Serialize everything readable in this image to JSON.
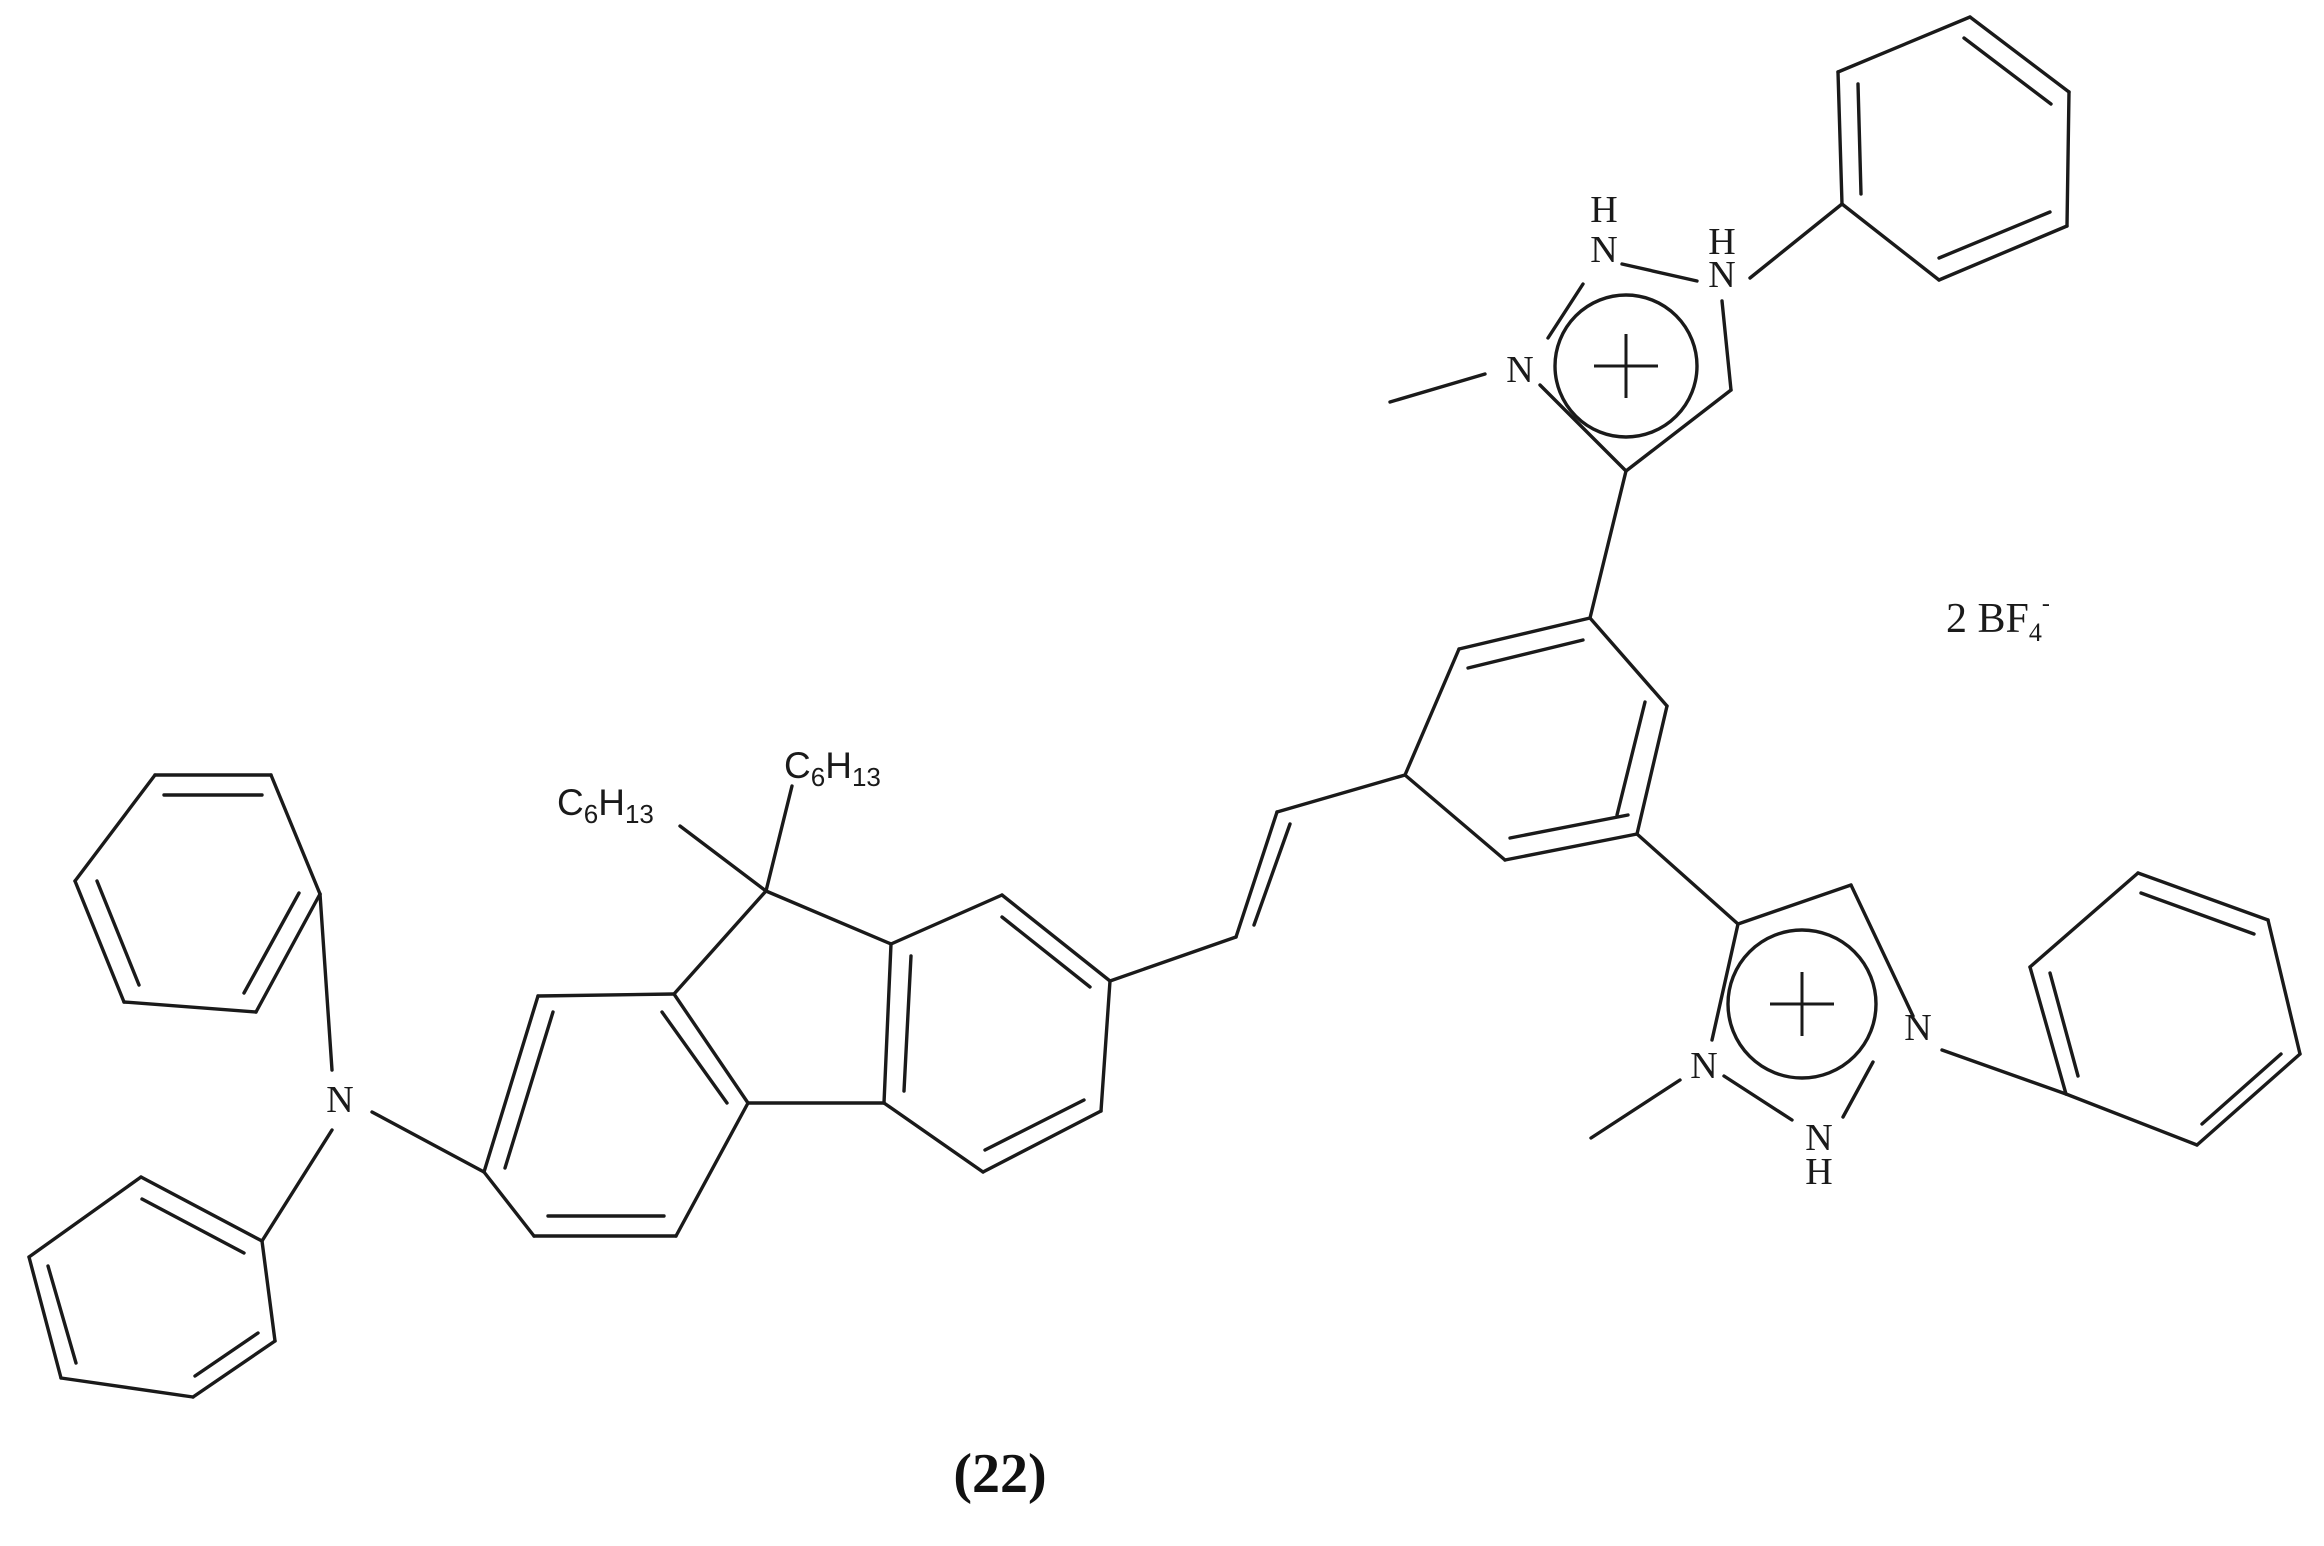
{
  "compound_number": "(22)",
  "counter_ion": {
    "count": "2",
    "formula": "BF",
    "subscript": "4",
    "charge": "-"
  },
  "substituent": {
    "element_c": "C",
    "c_count": "6",
    "element_h": "H",
    "h_count": "13"
  },
  "atoms": {
    "nitrogen": "N",
    "hydrogen": "H"
  }
}
